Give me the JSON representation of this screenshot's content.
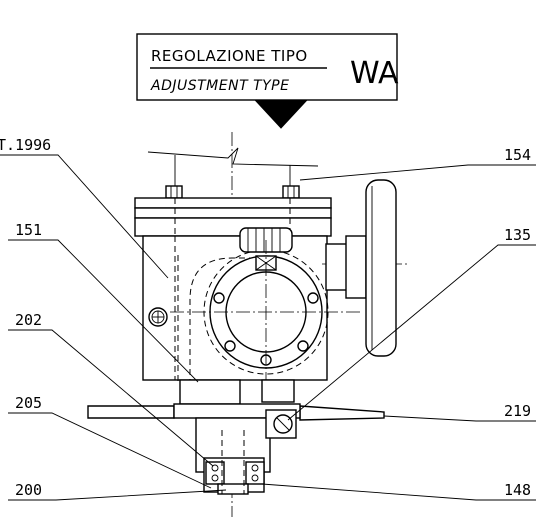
{
  "title_box": {
    "line1": "REGOLAZIONE TIPO",
    "line2": "ADJUSTMENT TYPE",
    "code": "WA"
  },
  "callouts": {
    "top_left": "T.1996",
    "c154": "154",
    "c151": "151",
    "c135": "135",
    "c202": "202",
    "c205": "205",
    "c219": "219",
    "c200": "200",
    "c148": "148"
  }
}
